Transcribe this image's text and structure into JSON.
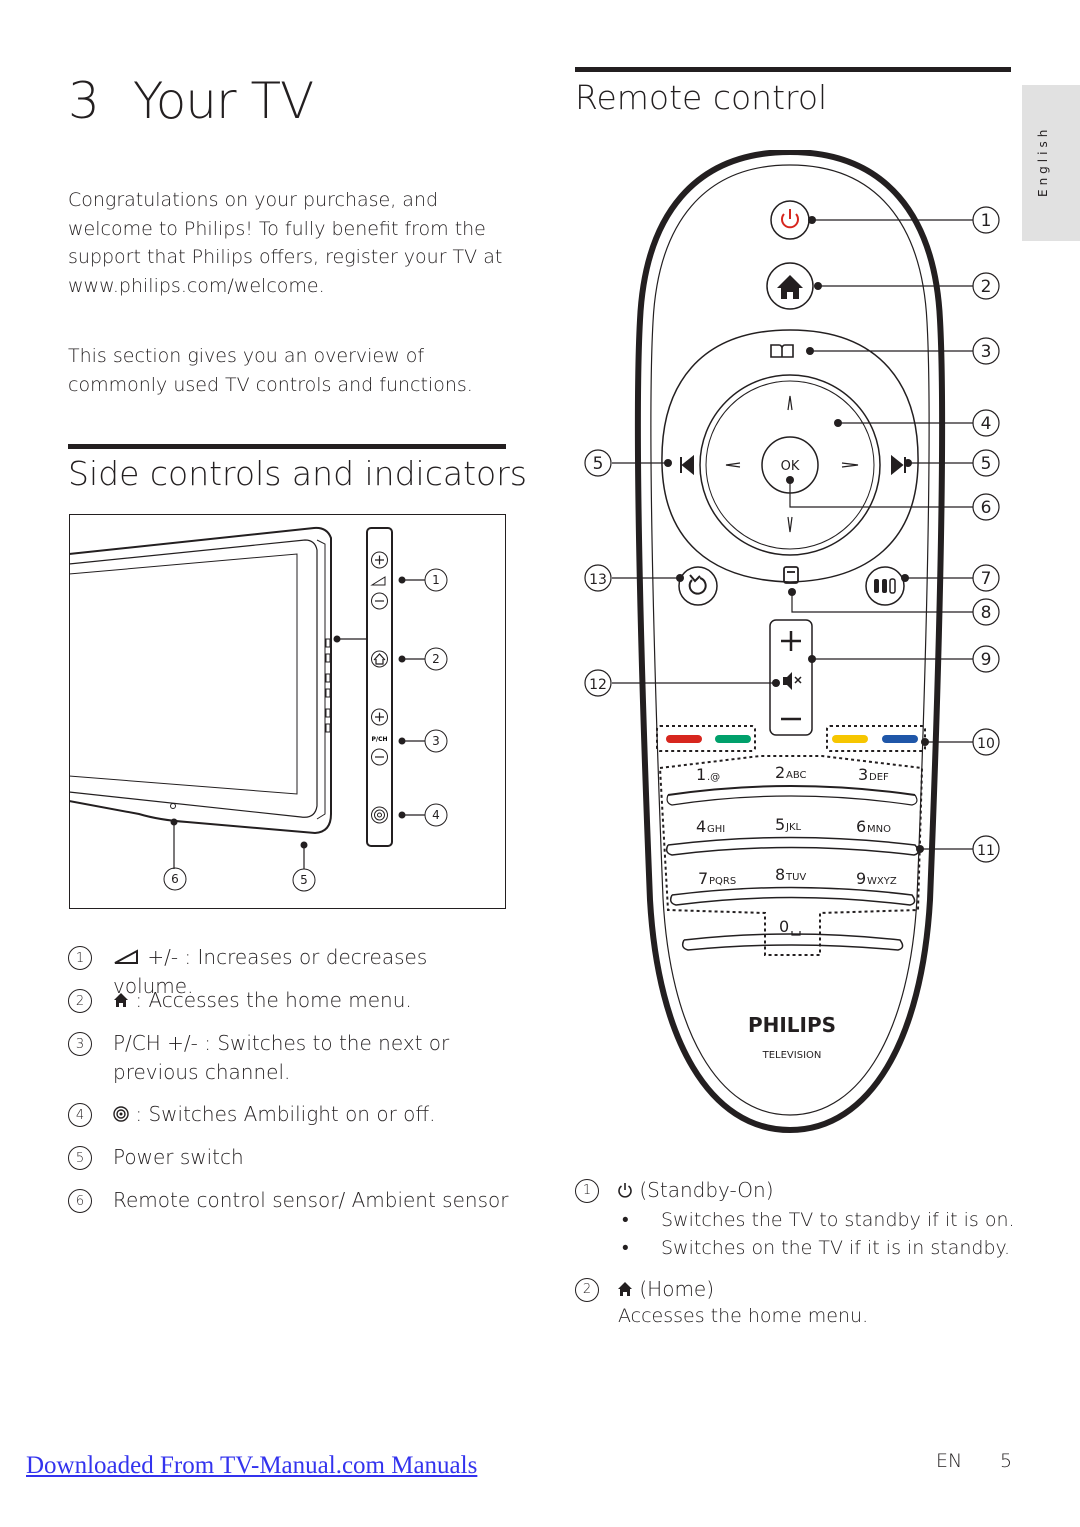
{
  "chapter": {
    "number": "3",
    "title": "Your TV"
  },
  "intro": {
    "p1": "Congratulations on your purchase, and welcome to Philips! To fully benefit from the support that Philips offers, register your TV at www.philips.com/welcome.",
    "p2": "This section gives you an overview of commonly used TV controls and functions."
  },
  "side_controls": {
    "heading": "Side controls and indicators",
    "diagram_callouts": [
      "1",
      "2",
      "3",
      "4",
      "5",
      "6"
    ],
    "panel_label_pch": "P/CH",
    "items": [
      {
        "marker": "1",
        "icon": "volume-icon",
        "text": "+/- : Increases or decreases volume."
      },
      {
        "marker": "2",
        "icon": "home-icon",
        "text": ": Accesses the home menu."
      },
      {
        "marker": "3",
        "text": "P/CH +/- : Switches to the next or previous channel."
      },
      {
        "marker": "4",
        "icon": "ambilight-icon",
        "text": ": Switches Ambilight on or off."
      },
      {
        "marker": "5",
        "text": "Power switch"
      },
      {
        "marker": "6",
        "text": "Remote control sensor/ Ambient sensor"
      }
    ]
  },
  "remote_control": {
    "heading": "Remote control",
    "callouts": [
      "1",
      "2",
      "3",
      "4",
      "5",
      "5",
      "6",
      "13",
      "7",
      "8",
      "12",
      "9",
      "10",
      "11"
    ],
    "keys": {
      "ok": "OK",
      "k1": "1",
      "k1_sub": ".@",
      "k2": "2",
      "k2_sub": "ABC",
      "k3": "3",
      "k3_sub": "DEF",
      "k4": "4",
      "k4_sub": "GHI",
      "k5": "5",
      "k5_sub": "JKL",
      "k6": "6",
      "k6_sub": "MNO",
      "k7": "7",
      "k7_sub": "PQRS",
      "k8": "8",
      "k8_sub": "TUV",
      "k9": "9",
      "k9_sub": "WXYZ",
      "k0": "0"
    },
    "brand": "PHILIPS",
    "brand_sub": "TELEVISION",
    "items": [
      {
        "marker": "1",
        "icon": "power-icon",
        "label": "(Standby-On)",
        "bullets": [
          "Switches the TV to standby if it is on.",
          "Switches on the TV if it is in standby."
        ]
      },
      {
        "marker": "2",
        "icon": "home-icon",
        "label": "(Home)",
        "description": "Accesses the home menu."
      }
    ]
  },
  "side_tab": "English",
  "download_link": "Downloaded From TV-Manual.com Manuals",
  "footer": {
    "lang": "EN",
    "page": "5"
  }
}
